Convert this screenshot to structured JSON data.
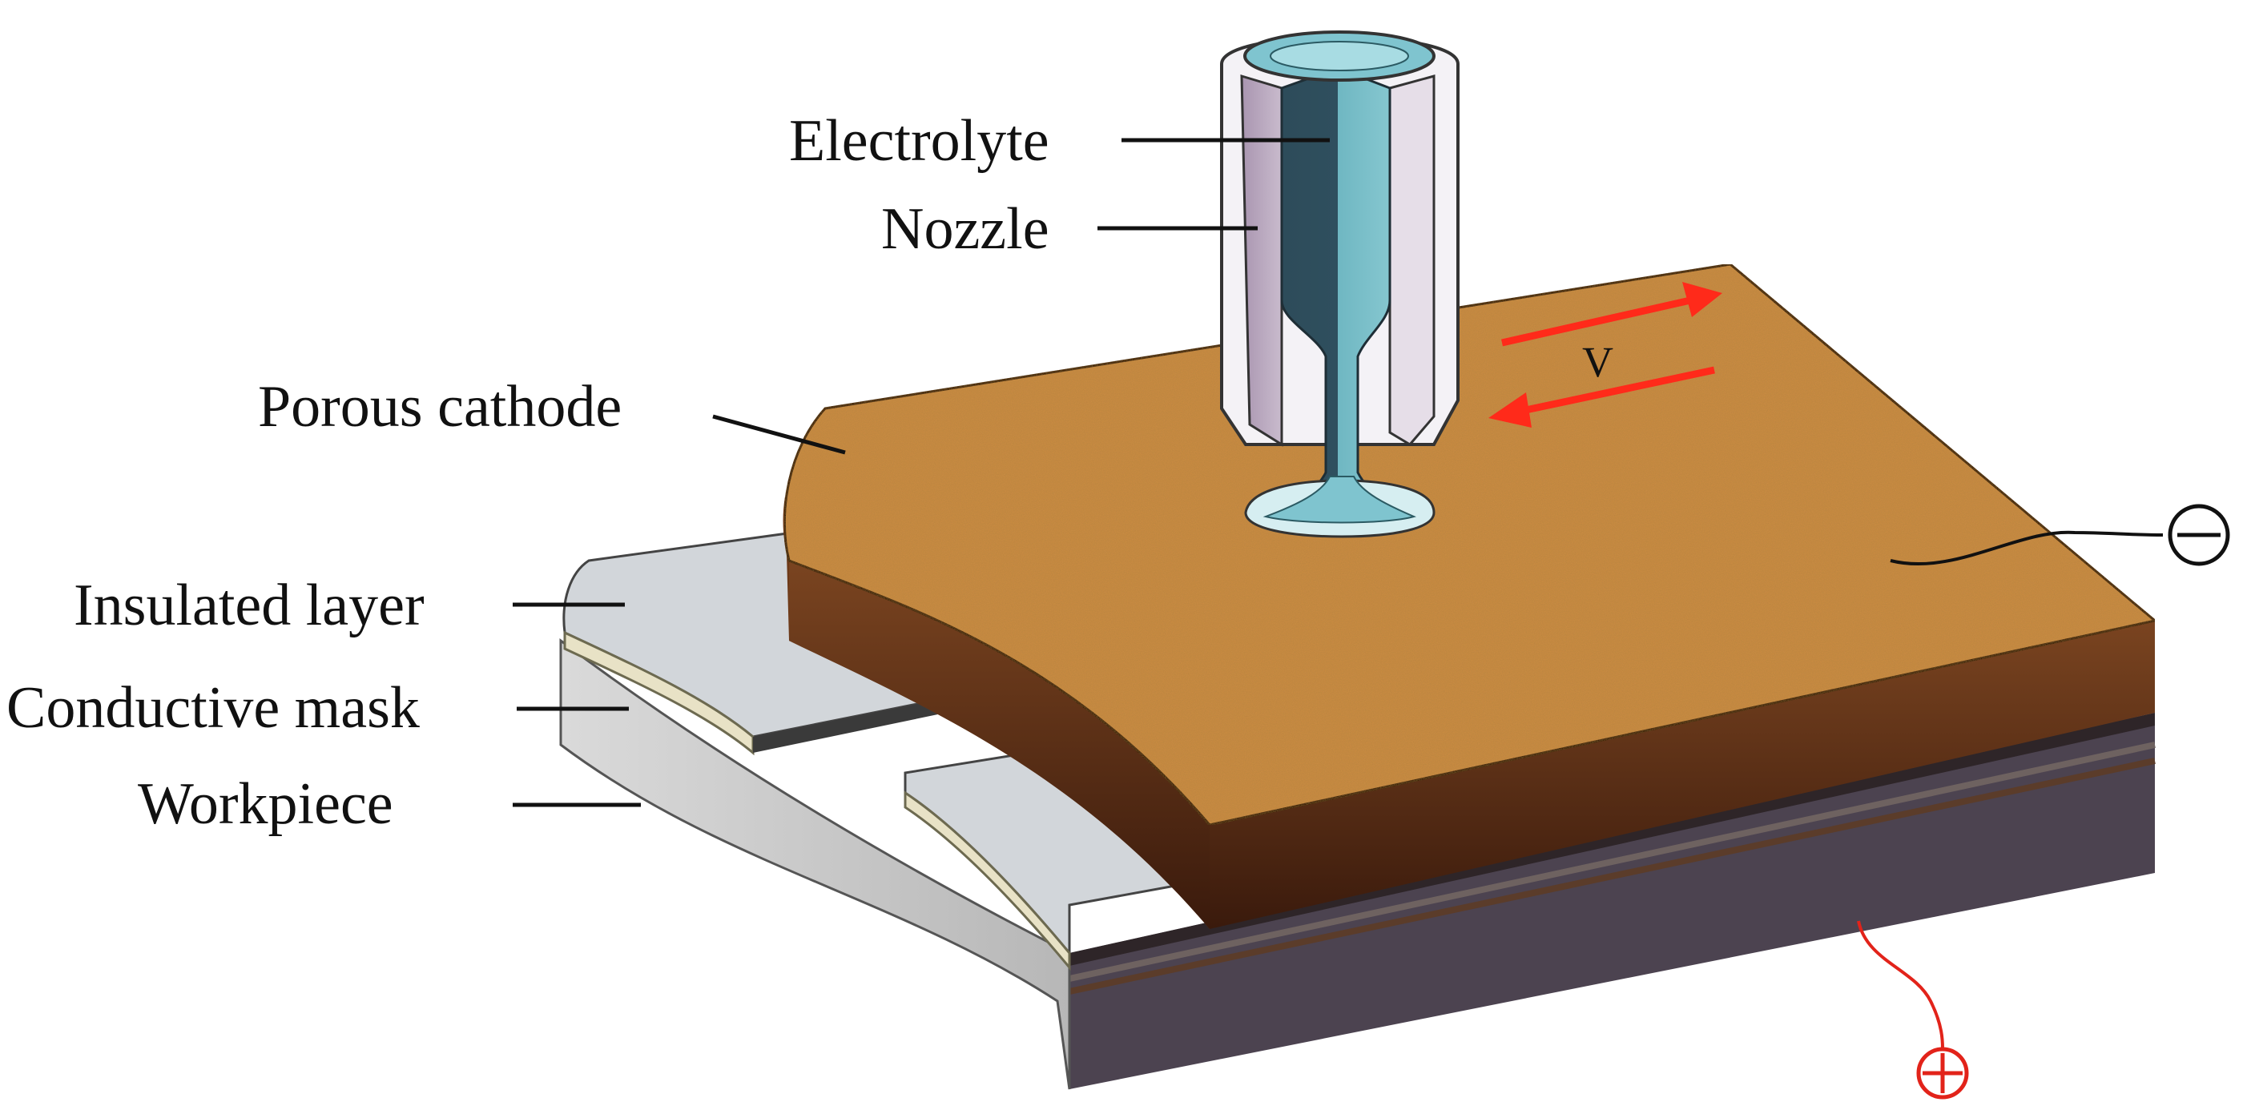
{
  "labels": {
    "electrolyte": "Electrolyte",
    "nozzle": "Nozzle",
    "porous_cathode": "Porous cathode",
    "insulated_layer": "Insulated layer",
    "conductive_mask": "Conductive mask",
    "workpiece": "Workpiece",
    "velocity": "V"
  },
  "symbols": {
    "negative": "negative-terminal-icon",
    "positive": "positive-terminal-icon"
  },
  "colors": {
    "cathode_top": "#C98B42",
    "cathode_side": "#4A2410",
    "workpiece_side": "#4C4350",
    "insulated": "#D2D6DA",
    "conductive_mask": "#E8E2C6",
    "electrolyte": "#7FC4CF",
    "nozzle": "#B8A6BC",
    "arrow": "#FF2A1A",
    "positive_lead": "#E2231A"
  }
}
